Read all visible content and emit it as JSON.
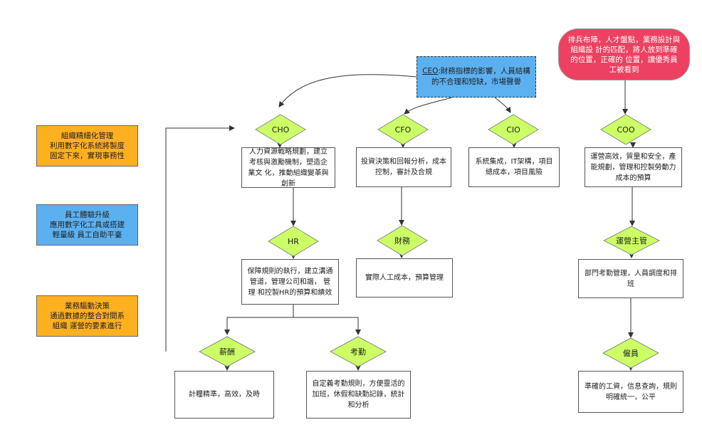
{
  "colors": {
    "diamond": "#ccff66",
    "orange": "#ffb020",
    "blue": "#5bb0f0",
    "red": "#ee4060",
    "line": "#333333"
  },
  "side_notes": [
    {
      "text": "組織精細化管理\n利用數字化系統將製度\n固定下來，實現事務性"
    },
    {
      "text": "員工體驗升級\n應用數字化工具或搭建\n輕量級 員工自助平臺"
    },
    {
      "text": "業務驅動決策\n通過數據的整合對間系\n組織 運營的要素進行"
    }
  ],
  "ceo": {
    "label": "CEO",
    "text": ":財務指標的影響，人員結構的不合理和短缺，市場聲譽"
  },
  "coo_note": {
    "text": "排兵布陣，人才盤點，業務設計與組織設 計的匹配，將人放到準確的位置，正確的 位置，讓優秀員工被看到"
  },
  "nodes": {
    "cho": "CHO",
    "cfo": "CFO",
    "cio": "CIO",
    "coo": "COO",
    "hr": "HR",
    "caiwu": "財務",
    "yunying": "運營主管",
    "xinchou": "薪酬",
    "kaoqin": "考勤",
    "guyuan": "僱員"
  },
  "boxes": {
    "cho": "人力資源戰略規劃，建立考核與激勵機制，塑造企業文 化，推動組織變革與創新",
    "cfo": "投資決策和回報分析，成本 控制，審計及合規",
    "cio": "系統集成，IT架構，項目總成本，項目風險",
    "coo": "運營高效，質量和安全，產 能規劃，管理和控製勞動力 成本的預算",
    "hr": "保障規則的執行，建立溝通 管道，管理公司和諧，   管理 和控製HR的預算和績效",
    "caiwu": "實際人工成本，預算管理",
    "yunying": "部門考勤管理，人員調度和排班",
    "xinchou": "計糧精準，高效，及時",
    "kaoqin": "自定義考勤規則，方便靈活的加班，休假和缺勤記錄，統計和分析",
    "guyuan": "準確的工資，信息查詢，規則明確統一，公平"
  }
}
